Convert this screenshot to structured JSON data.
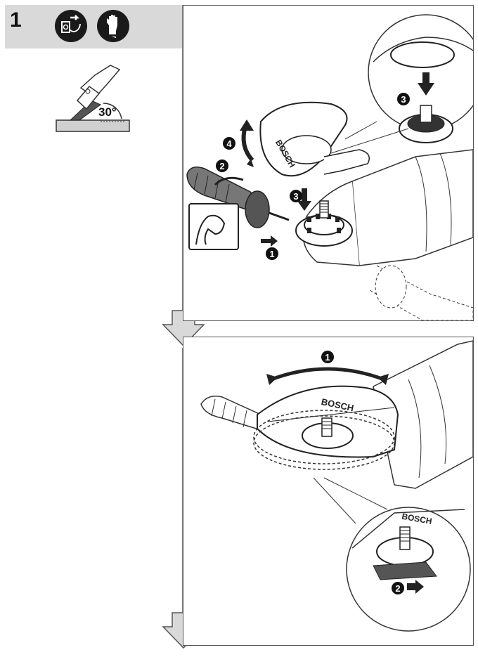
{
  "step": {
    "number": "1"
  },
  "safety_icons": [
    "unplug-icon",
    "gloves-icon"
  ],
  "angle_label": "30°",
  "brand_text": "BOSCH",
  "top_panel": {
    "callouts": [
      "1",
      "2",
      "3",
      "4",
      "3"
    ]
  },
  "bottom_panel": {
    "callouts": [
      "1",
      "2"
    ]
  },
  "colors": {
    "header_band": "#d9d9d9",
    "badge": "#111111",
    "line": "#333333",
    "arrow_fill": "#d9d9d9"
  }
}
